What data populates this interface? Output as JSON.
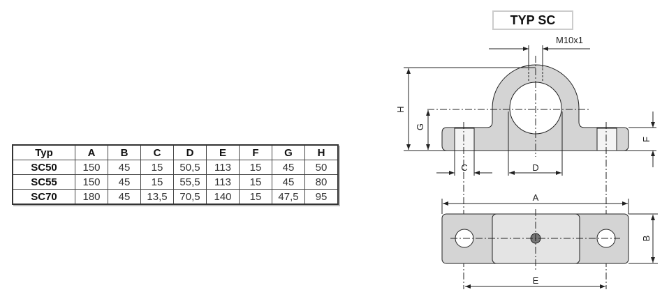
{
  "table": {
    "headers": [
      "Typ",
      "A",
      "B",
      "C",
      "D",
      "E",
      "F",
      "G",
      "H"
    ],
    "rows": [
      [
        "SC50",
        "150",
        "45",
        "15",
        "50,5",
        "113",
        "15",
        "45",
        "50"
      ],
      [
        "SC55",
        "150",
        "45",
        "15",
        "55,5",
        "113",
        "15",
        "45",
        "80"
      ],
      [
        "SC70",
        "180",
        "45",
        "13,5",
        "70,5",
        "140",
        "15",
        "47,5",
        "95"
      ]
    ]
  },
  "drawing": {
    "title": "TYP SC",
    "thread_label": "M10x1",
    "labels": {
      "A": "A",
      "B": "B",
      "C": "C",
      "D": "D",
      "E": "E",
      "F": "F",
      "G": "G",
      "H": "H"
    },
    "fill_color": "#d4d4d4"
  }
}
